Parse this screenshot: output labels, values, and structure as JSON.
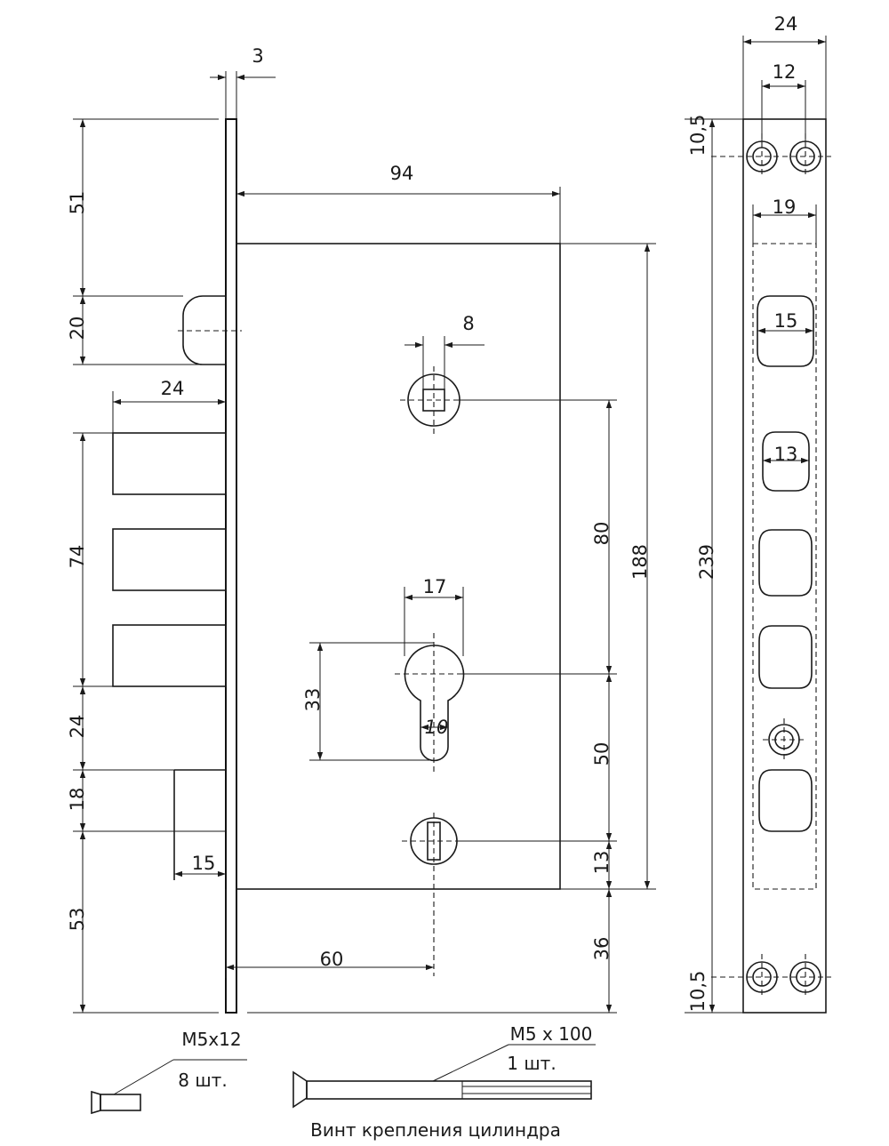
{
  "dimensions": {
    "faceplate_thickness": "3",
    "top_to_latch": "51",
    "latch_height": "20",
    "bolt_throw": "24",
    "bolts_span": "74",
    "bolts_to_lower": "24",
    "lower_height": "18",
    "lower_offset": "15",
    "bottom_offset": "53",
    "body_width": "94",
    "spindle_square": "8",
    "cylinder_width": "17",
    "cylinder_height": "33",
    "cylinder_pin": "10",
    "spindle_to_cylinder": "80",
    "body_height": "188",
    "cylinder_to_lower": "50",
    "lower_to_body_bottom": "13",
    "body_bottom_to_plate": "36",
    "backset": "60",
    "plate_width": "24",
    "screw_spacing": "12",
    "screw_top_offset": "10,5",
    "window_width": "19",
    "latch_slot": "15",
    "lower_slot": "13",
    "plate_length": "239",
    "screw_bottom_offset": "10,5"
  },
  "parts": {
    "short_screw_spec": "M5x12",
    "short_screw_qty": "8 шт.",
    "long_screw_spec": "M5 х 100",
    "long_screw_qty": "1 шт.",
    "long_screw_caption": "Винт крепления цилиндра"
  }
}
